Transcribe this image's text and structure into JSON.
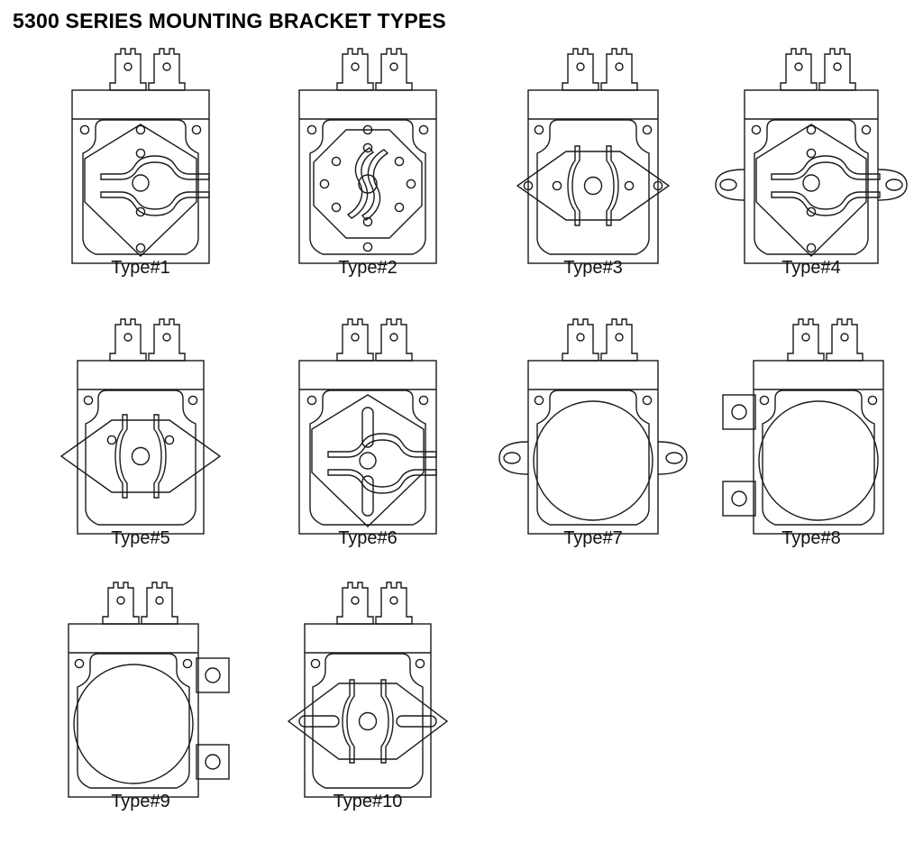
{
  "page": {
    "title": "5300 SERIES MOUNTING BRACKET TYPES",
    "background_color": "#ffffff",
    "line_color": "#1a1a1a",
    "text_color": "#111111"
  },
  "figures": [
    {
      "id": "type-1",
      "label": "Type#1",
      "row": 0,
      "col": 0,
      "plate_shape": "hexagon-diamond",
      "center_detail": "hub-with-arched-bridge-slots",
      "side_tabs": "none",
      "corner_holes": 2,
      "axis_holes": 3,
      "vertical_slots": false,
      "horizontal_slots": false
    },
    {
      "id": "type-2",
      "label": "Type#2",
      "row": 0,
      "col": 1,
      "plate_shape": "octagon",
      "center_detail": "hub-with-s-curve-slots",
      "side_tabs": "none",
      "corner_holes": 2,
      "axis_holes": 8,
      "vertical_slots": false,
      "horizontal_slots": false
    },
    {
      "id": "type-3",
      "label": "Type#3",
      "row": 0,
      "col": 2,
      "plate_shape": "wide-hexagon",
      "center_detail": "hub-with-vertical-wave-slots",
      "side_tabs": "none",
      "corner_holes": 2,
      "axis_holes": 4,
      "vertical_slots": true,
      "horizontal_slots": false
    },
    {
      "id": "type-4",
      "label": "Type#4",
      "row": 0,
      "col": 3,
      "plate_shape": "hexagon-diamond",
      "center_detail": "hub-with-arched-bridge-slots",
      "side_tabs": "oval-ears-both-sides",
      "corner_holes": 2,
      "axis_holes": 3,
      "vertical_slots": false,
      "horizontal_slots": false
    },
    {
      "id": "type-5",
      "label": "Type#5",
      "row": 1,
      "col": 0,
      "plate_shape": "wide-hexagon",
      "center_detail": "hub-with-vertical-wave-slots",
      "side_tabs": "none",
      "corner_holes": 2,
      "axis_holes": 2,
      "vertical_slots": true,
      "horizontal_slots": false
    },
    {
      "id": "type-6",
      "label": "Type#6",
      "row": 1,
      "col": 1,
      "plate_shape": "hexagon-diamond",
      "center_detail": "hub-with-arched-bridge-slots",
      "side_tabs": "none",
      "corner_holes": 2,
      "axis_holes": 0,
      "vertical_slots": true,
      "horizontal_slots": false
    },
    {
      "id": "type-7",
      "label": "Type#7",
      "row": 1,
      "col": 2,
      "plate_shape": "plain-circle",
      "center_detail": "large-bore-circle",
      "side_tabs": "oval-ears-both-sides",
      "corner_holes": 2,
      "axis_holes": 0,
      "vertical_slots": false,
      "horizontal_slots": false
    },
    {
      "id": "type-8",
      "label": "Type#8",
      "row": 1,
      "col": 3,
      "plate_shape": "plain-circle",
      "center_detail": "large-bore-circle",
      "side_tabs": "square-tabs-left",
      "corner_holes": 2,
      "axis_holes": 0,
      "vertical_slots": false,
      "horizontal_slots": false
    },
    {
      "id": "type-9",
      "label": "Type#9",
      "row": 2,
      "col": 0,
      "plate_shape": "plain-circle",
      "center_detail": "large-bore-circle",
      "side_tabs": "square-tabs-right",
      "corner_holes": 2,
      "axis_holes": 0,
      "vertical_slots": false,
      "horizontal_slots": false
    },
    {
      "id": "type-10",
      "label": "Type#10",
      "row": 2,
      "col": 1,
      "plate_shape": "wide-hexagon",
      "center_detail": "hub-with-vertical-wave-slots",
      "side_tabs": "none",
      "corner_holes": 2,
      "axis_holes": 0,
      "vertical_slots": true,
      "horizontal_slots": true
    }
  ]
}
